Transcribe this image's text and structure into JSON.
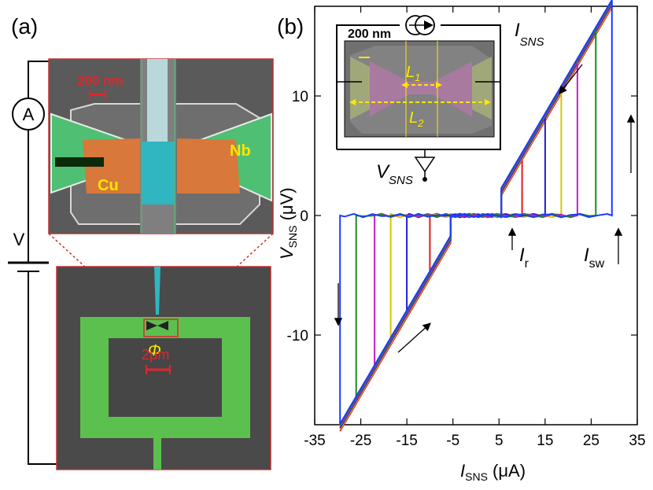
{
  "panel_a": {
    "label": "(a)",
    "ammeter": "A",
    "voltage": "V",
    "scale_top": "200 nm",
    "material_cu": "Cu",
    "material_nb": "Nb",
    "flux_symbol": "Φ",
    "scale_bottom": "2μm",
    "colors": {
      "nb": "#4fbf73",
      "cu": "#d8783a",
      "cyan": "#2fb6c0",
      "ring": "#5cc04e",
      "scale": "#e0262b",
      "yellow": "#ffe600"
    }
  },
  "panel_b": {
    "label": "(b)",
    "inset_scale": "200 nm",
    "L1": "L",
    "L1_sub": "1",
    "L2": "L",
    "L2_sub": "2",
    "I_sns_main": "I",
    "I_sns_sub": "SNS",
    "V_sns_main": "V",
    "V_sns_sub": "SNS",
    "Ir_main": "I",
    "Ir_sub": "r",
    "Isw_main": "I",
    "Isw_sub": "sw"
  },
  "chart_data": {
    "type": "line",
    "xlabel_main": "I",
    "xlabel_sub": "SNS",
    "xlabel_unit": " (μA)",
    "ylabel_main": "V",
    "ylabel_sub": "SNS",
    "ylabel_unit": " (μV)",
    "xlim": [
      -35,
      35
    ],
    "ylim": [
      -17.5,
      17.5
    ],
    "xticks": [
      -35,
      -25,
      -15,
      -5,
      5,
      15,
      25,
      35
    ],
    "yticks": [
      -10,
      0,
      10
    ],
    "grid": false,
    "slope": 0.57,
    "retrap_positive": 5.5,
    "retrap_negative": -5.5,
    "series": [
      {
        "color": "#e31a1c",
        "switch": 10
      },
      {
        "color": "#d0c800",
        "switch": 18.5
      },
      {
        "color": "#1f1fd6",
        "switch": 15
      },
      {
        "color": "#c020c8",
        "switch": 22
      },
      {
        "color": "#1a8a1a",
        "switch": 26
      },
      {
        "color": "#1d3bff",
        "switch": 29.5
      }
    ]
  }
}
